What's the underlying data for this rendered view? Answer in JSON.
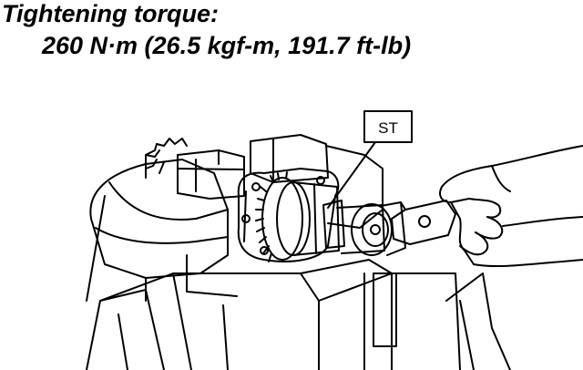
{
  "caption": {
    "label": "Tightening torque:",
    "value": "260 N·m (26.5 kgf-m, 191.7 ft-lb)"
  },
  "callout": {
    "label": "ST"
  },
  "colors": {
    "line": "#000000",
    "background": "#ffffff"
  }
}
